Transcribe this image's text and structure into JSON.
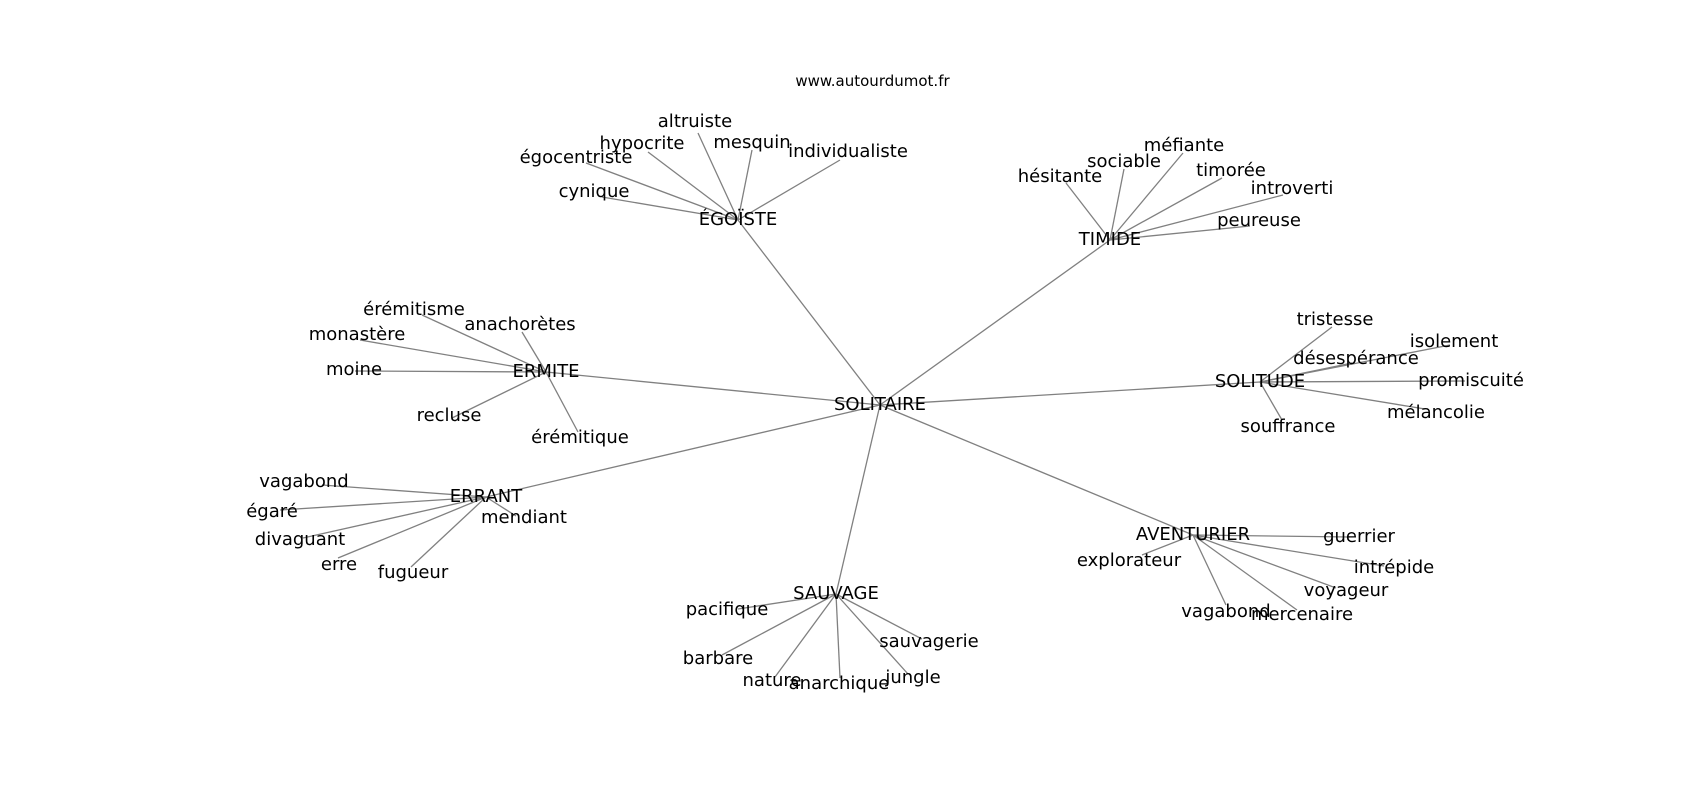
{
  "header": {
    "site_url": "www.autourdumot.fr"
  },
  "colors": {
    "edge": "#808080",
    "text": "#000000",
    "background": "#ffffff"
  },
  "graph": {
    "root": "SOLITAIRE",
    "groups": [
      {
        "hub": "ÉGOÏSTE",
        "leaves": [
          "altruiste",
          "hypocrite",
          "mesquin",
          "égocentriste",
          "individualiste",
          "cynique"
        ]
      },
      {
        "hub": "TIMIDE",
        "leaves": [
          "méfiante",
          "sociable",
          "hésitante",
          "timorée",
          "introverti",
          "peureuse"
        ]
      },
      {
        "hub": "ERMITE",
        "leaves": [
          "érémitisme",
          "anachorètes",
          "monastère",
          "moine",
          "recluse",
          "érémitique"
        ]
      },
      {
        "hub": "SOLITUDE",
        "leaves": [
          "tristesse",
          "isolement",
          "désespérance",
          "promiscuité",
          "mélancolie",
          "souffrance"
        ]
      },
      {
        "hub": "ERRANT",
        "leaves": [
          "vagabond",
          "égaré",
          "mendiant",
          "divaguant",
          "erre",
          "fugueur"
        ]
      },
      {
        "hub": "AVENTURIER",
        "leaves": [
          "guerrier",
          "explorateur",
          "intrépide",
          "voyageur",
          "vagabond",
          "mercenaire"
        ]
      },
      {
        "hub": "SAUVAGE",
        "leaves": [
          "pacifique",
          "sauvagerie",
          "barbare",
          "jungle",
          "nature",
          "anarchique"
        ]
      }
    ]
  }
}
